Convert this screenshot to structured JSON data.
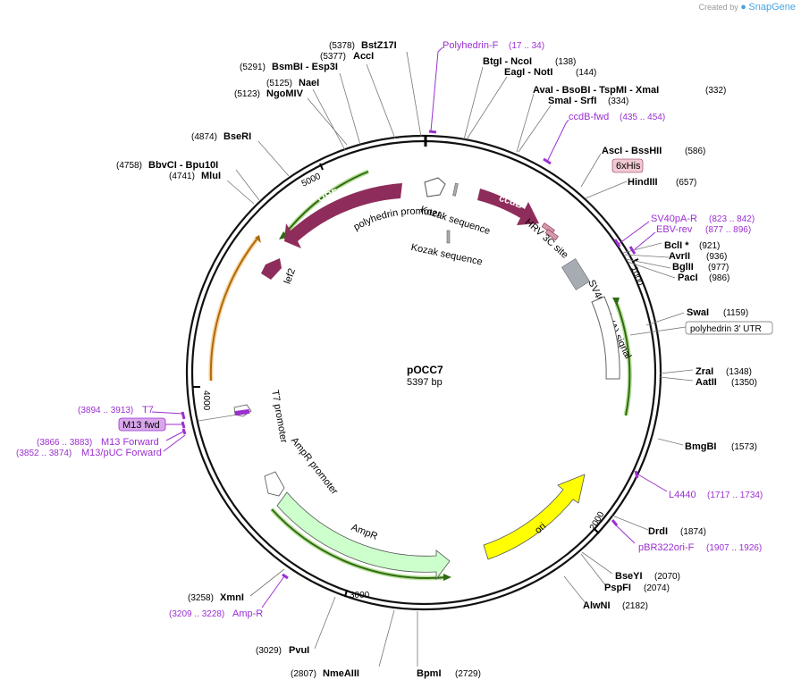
{
  "credit": {
    "text": "Created by",
    "brand": "SnapGene"
  },
  "center": {
    "name": "pOCC7",
    "size": "5397 bp"
  },
  "ticks": [
    "1000",
    "2000",
    "3000",
    "4000",
    "5000"
  ],
  "sites": [
    {
      "name": "BstZ17I",
      "pos": "(5378)"
    },
    {
      "name": "AccI",
      "pos": "(5377)"
    },
    {
      "name": "BsmBI - Esp3I",
      "pos": "(5291)"
    },
    {
      "name": "NaeI",
      "pos": "(5125)"
    },
    {
      "name": "NgoMIV",
      "pos": "(5123)"
    },
    {
      "name": "BseRI",
      "pos": "(4874)"
    },
    {
      "name": "BbvCI - Bpu10I",
      "pos": "(4758)"
    },
    {
      "name": "MluI",
      "pos": "(4741)"
    },
    {
      "name": "BtgI - NcoI",
      "pos": "(138)"
    },
    {
      "name": "EagI - NotI",
      "pos": "(144)"
    },
    {
      "name": "AvaI - BsoBI - TspMI - XmaI",
      "pos": "(332)"
    },
    {
      "name": "SmaI - SrfI",
      "pos": "(334)"
    },
    {
      "name": "AscI - BssHII",
      "pos": "(586)"
    },
    {
      "name": "HindIII",
      "pos": "(657)"
    },
    {
      "name": "BclI *",
      "pos": "(921)"
    },
    {
      "name": "AvrII",
      "pos": "(936)"
    },
    {
      "name": "BglII",
      "pos": "(977)"
    },
    {
      "name": "PacI",
      "pos": "(986)"
    },
    {
      "name": "SwaI",
      "pos": "(1159)"
    },
    {
      "name": "ZraI",
      "pos": "(1348)"
    },
    {
      "name": "AatII",
      "pos": "(1350)"
    },
    {
      "name": "BmgBI",
      "pos": "(1573)"
    },
    {
      "name": "DrdI",
      "pos": "(1874)"
    },
    {
      "name": "BseYI",
      "pos": "(2070)"
    },
    {
      "name": "PspFI",
      "pos": "(2074)"
    },
    {
      "name": "AlwNI",
      "pos": "(2182)"
    },
    {
      "name": "BpmI",
      "pos": "(2729)"
    },
    {
      "name": "NmeAIII",
      "pos": "(2807)"
    },
    {
      "name": "PvuI",
      "pos": "(3029)"
    },
    {
      "name": "XmnI",
      "pos": "(3258)"
    }
  ],
  "primers": [
    {
      "name": "Polyhedrin-F",
      "pos": "(17 .. 34)"
    },
    {
      "name": "ccdB-fwd",
      "pos": "(435 .. 454)"
    },
    {
      "name": "SV40pA-R",
      "pos": "(823 .. 842)"
    },
    {
      "name": "EBV-rev",
      "pos": "(877 .. 896)"
    },
    {
      "name": "L4440",
      "pos": "(1717 .. 1734)"
    },
    {
      "name": "pBR322ori-F",
      "pos": "(1907 .. 1926)"
    },
    {
      "name": "Amp-R",
      "pos": "(3209 .. 3228)"
    },
    {
      "name": "T7",
      "pos": "(3894 .. 3913)"
    },
    {
      "name": "M13 Forward",
      "pos": "(3866 .. 3883)"
    },
    {
      "name": "M13/pUC Forward",
      "pos": "(3852 .. 3874)"
    }
  ],
  "boxes": {
    "his": "6xHis",
    "utr": "polyhedrin 3' UTR",
    "m13": "M13 fwd"
  },
  "features": {
    "orf603": "ORF603",
    "lef2": "lef2",
    "ccdb": "ccdB",
    "polh_promoter": "polyhedrin promoter",
    "kozak1": "Kozak sequence",
    "kozak2": "Kozak sequence",
    "hrv": "HRV 3C site",
    "sv40": "SV40 poly(A) signal",
    "t7_promoter": "T7 promoter",
    "ampr_promoter": "AmpR promoter",
    "ampr": "AmpR",
    "ori": "ori"
  },
  "colors": {
    "purple_feature": "#8e2d5b",
    "ori": "#ffff00",
    "ampr": "#ccffcc",
    "primer": "#9b2fd1",
    "orange_primer_arrow": "#e69b1c",
    "green_primer_arrow": "#3b8a1f",
    "grey_feature": "#a7acb3"
  }
}
